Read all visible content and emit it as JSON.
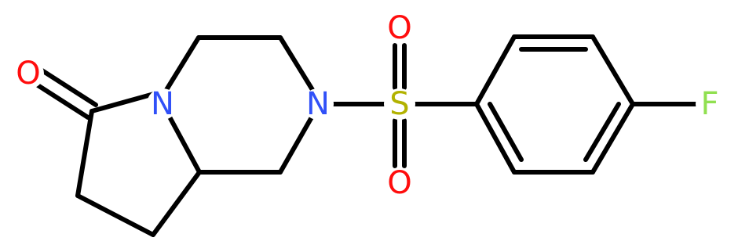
{
  "colors": {
    "bond": "#000000",
    "oxygen": "#ff0d0d",
    "nitrogen": "#3050f8",
    "sulfur": "#b2b200",
    "fluorine": "#90e050"
  },
  "atoms": {
    "o_carbonyl": "O",
    "n_ring_a": "N",
    "n_ring_b": "N",
    "s_sulfonyl": "S",
    "o_sulfonyl_top": "O",
    "o_sulfonyl_bottom": "O",
    "f_para": "F"
  }
}
